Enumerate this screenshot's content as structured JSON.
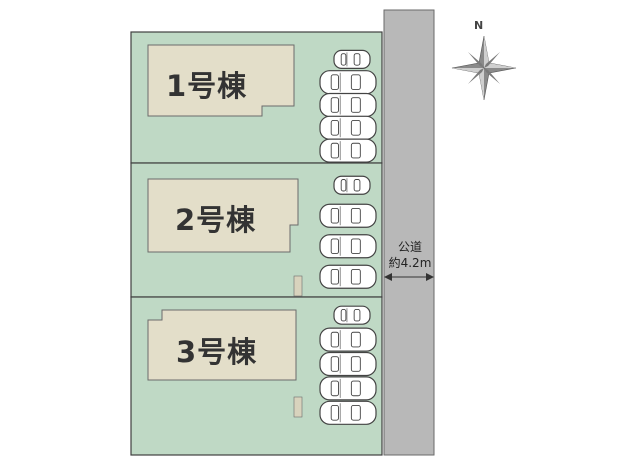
{
  "colors": {
    "lot": "#bfd9c5",
    "lot_border": "#3f3f3f",
    "building": "#e3dec9",
    "building_border": "#6b6b6b",
    "road": "#b8b8b8",
    "compass": "#8a8a8a"
  },
  "compass": {
    "label": "N",
    "icon": "compass-rose-icon"
  },
  "road": {
    "name": "公道",
    "width": "約4.2m"
  },
  "lots": [
    {
      "building_label": "1号棟",
      "parking_spaces": 5
    },
    {
      "building_label": "2号棟",
      "parking_spaces": 4
    },
    {
      "building_label": "3号棟",
      "parking_spaces": 5
    }
  ]
}
